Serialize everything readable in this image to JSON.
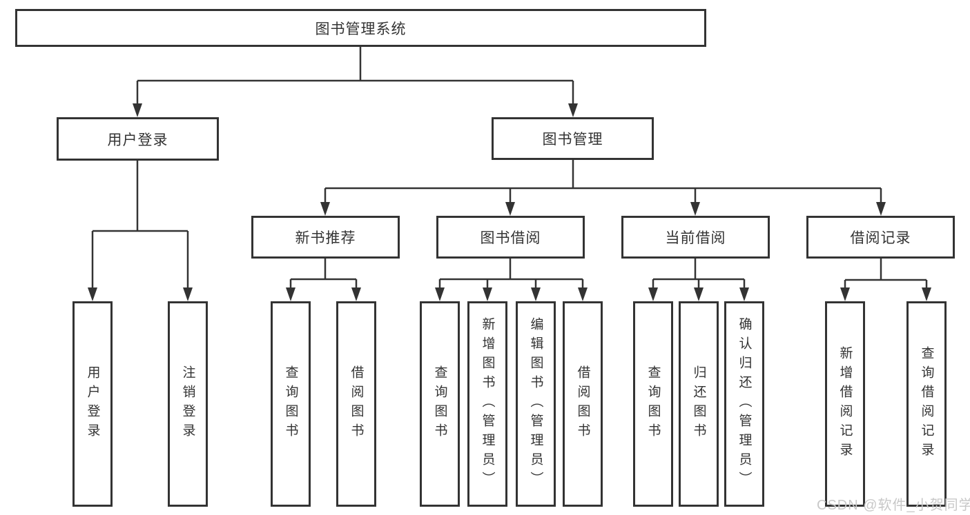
{
  "watermark": "CSDN @软件_小贺同学",
  "colors": {
    "line": "#333333",
    "text": "#333333",
    "box_background": "#ffffff",
    "watermark": "#c8c8c8",
    "page_background": "#ffffff"
  },
  "tree": {
    "label": "图书管理系统",
    "children": [
      {
        "label": "用户登录",
        "children": [
          {
            "label": "用户登录"
          },
          {
            "label": "注销登录"
          }
        ]
      },
      {
        "label": "图书管理",
        "children": [
          {
            "label": "新书推荐",
            "children": [
              {
                "label": "查询图书"
              },
              {
                "label": "借阅图书"
              }
            ]
          },
          {
            "label": "图书借阅",
            "children": [
              {
                "label": "查询图书"
              },
              {
                "label": "新增图书（管理员）"
              },
              {
                "label": "编辑图书（管理员）"
              },
              {
                "label": "借阅图书"
              }
            ]
          },
          {
            "label": "当前借阅",
            "children": [
              {
                "label": "查询图书"
              },
              {
                "label": "归还图书"
              },
              {
                "label": "确认归还（管理员）"
              }
            ]
          },
          {
            "label": "借阅记录",
            "children": [
              {
                "label": "新增借阅记录"
              },
              {
                "label": "查询借阅记录"
              }
            ]
          }
        ]
      }
    ]
  }
}
